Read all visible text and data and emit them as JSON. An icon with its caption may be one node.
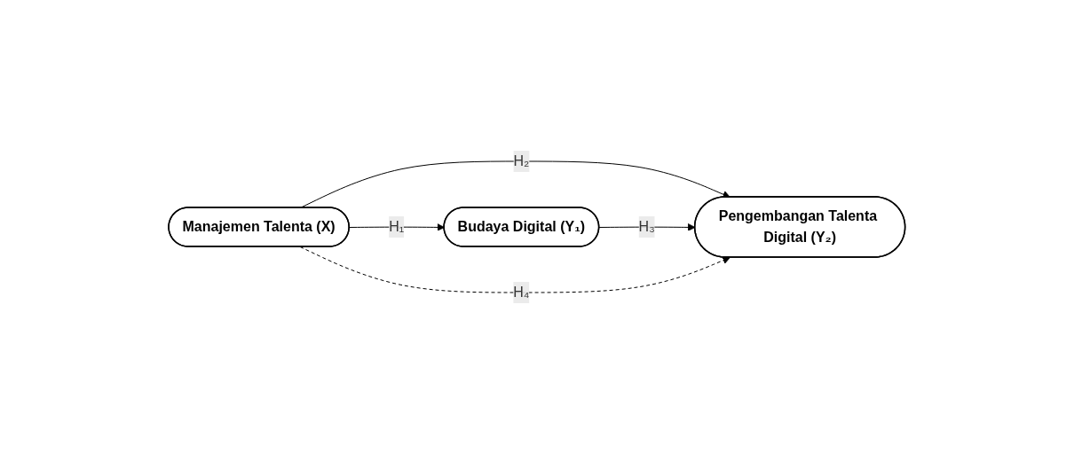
{
  "diagram": {
    "nodes": [
      {
        "text": [
          "Manajemen Talenta (X)"
        ]
      },
      {
        "text": [
          "Pengembangan Talenta Digital (Y₂)"
        ]
      },
      {
        "text": [
          "Budaya Digital (Y₁)"
        ]
      }
    ],
    "edges": [
      {
        "from": 0,
        "to": 1,
        "arrow": "to",
        "label": "H₂"
      },
      {
        "from": 0,
        "to": 2,
        "arrow": "to",
        "label": "H₁"
      },
      {
        "from": 2,
        "to": 1,
        "arrow": "to",
        "label": "H₃"
      },
      {
        "from": 0,
        "to": 1,
        "arrow": "to",
        "label": "H₄",
        "style": "dashed"
      }
    ]
  }
}
